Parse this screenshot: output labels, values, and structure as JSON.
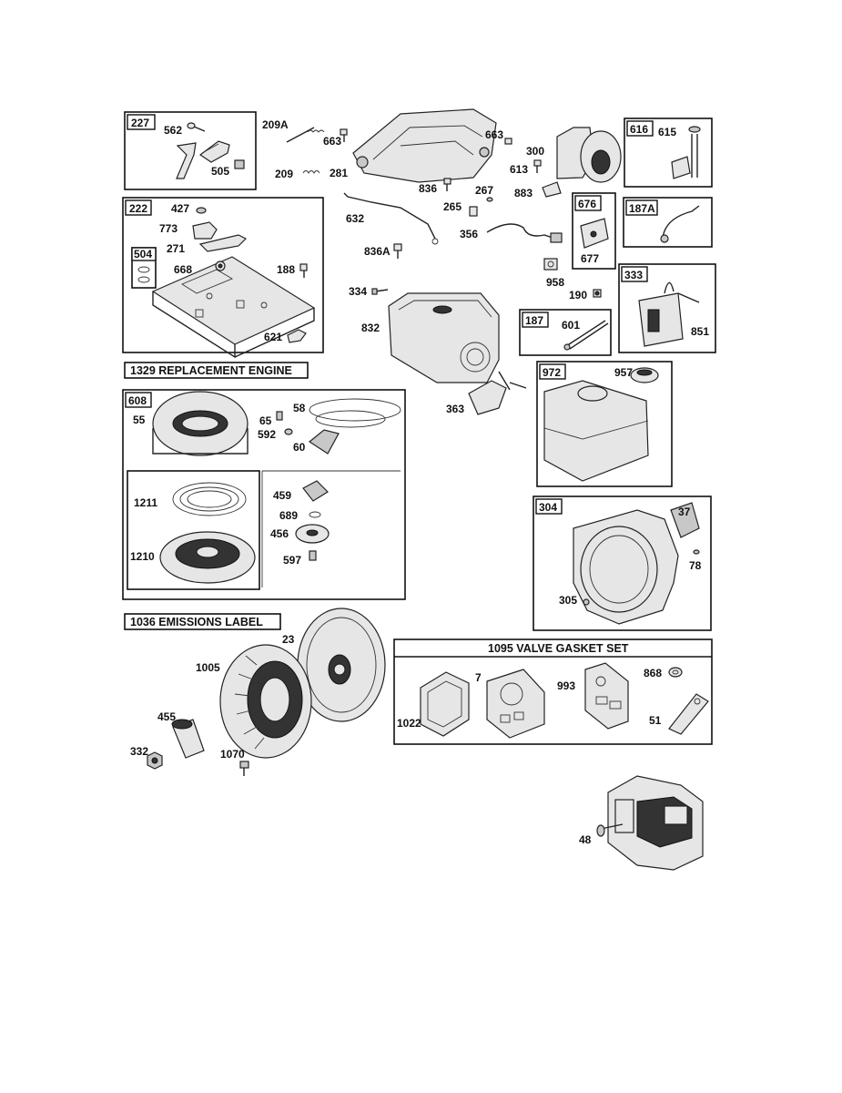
{
  "titles": {
    "replacement_engine": "1329 REPLACEMENT ENGINE",
    "emissions_label": "1036 EMISSIONS LABEL",
    "valve_gasket_set": "1095 VALVE GASKET SET"
  },
  "boxes": {
    "b227": "227",
    "b222": "222",
    "b504": "504",
    "b608": "608",
    "b616": "616",
    "b676": "676",
    "b187a": "187A",
    "b333": "333",
    "b187": "187",
    "b972": "972",
    "b304": "304"
  },
  "parts": {
    "p562": "562",
    "p505": "505",
    "p209a": "209A",
    "p663a": "663",
    "p209": "209",
    "p281": "281",
    "p632": "632",
    "p663b": "663",
    "p300": "300",
    "p613": "613",
    "p836": "836",
    "p267": "267",
    "p883": "883",
    "p265": "265",
    "p356": "356",
    "p836a": "836A",
    "p615": "615",
    "p677": "677",
    "p958": "958",
    "p190": "190",
    "p851": "851",
    "p427": "427",
    "p773": "773",
    "p271": "271",
    "p668": "668",
    "p188": "188",
    "p621": "621",
    "p334": "334",
    "p832": "832",
    "p601": "601",
    "p363": "363",
    "p957": "957",
    "p55": "55",
    "p58": "58",
    "p65": "65",
    "p592": "592",
    "p60": "60",
    "p1211": "1211",
    "p1210": "1210",
    "p459": "459",
    "p689": "689",
    "p456": "456",
    "p597": "597",
    "p37": "37",
    "p78": "78",
    "p305": "305",
    "p23": "23",
    "p1005": "1005",
    "p455": "455",
    "p332": "332",
    "p1070": "1070",
    "p1022": "1022",
    "p7": "7",
    "p993": "993",
    "p868": "868",
    "p51": "51",
    "p48": "48"
  }
}
